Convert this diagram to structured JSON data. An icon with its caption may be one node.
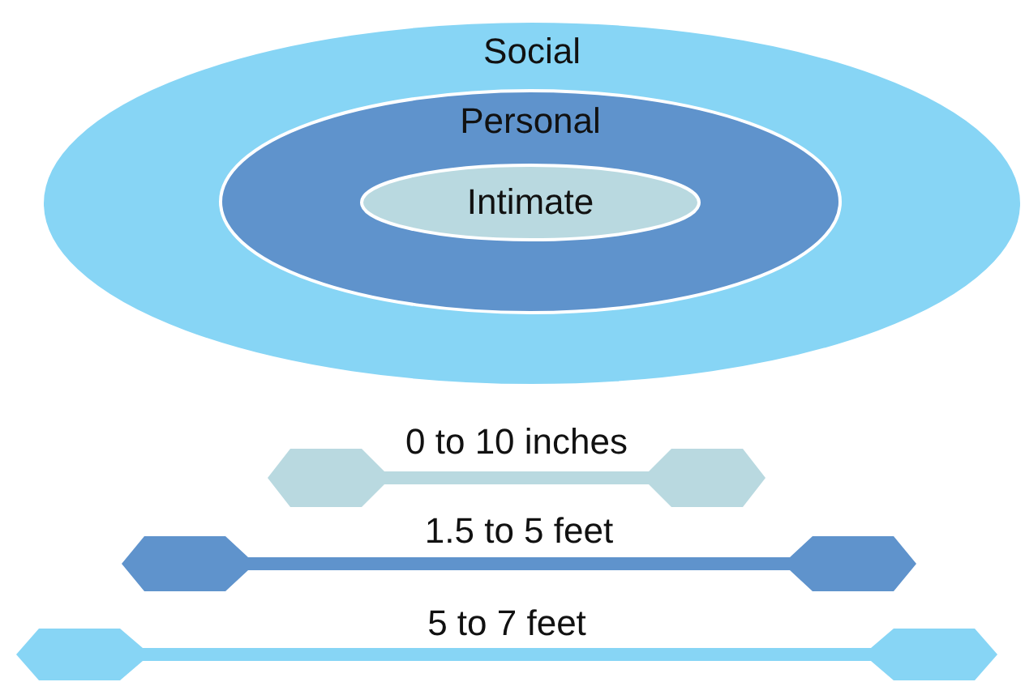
{
  "diagram": {
    "nodes": [
      {
        "text": [
          "Social"
        ]
      },
      {
        "text": [
          "Personal"
        ],
        "in": 0
      },
      {
        "text": [
          "Intimate"
        ],
        "in": 1
      }
    ],
    "edges": [],
    "legend": [
      {
        "text": "0 to 10 inches",
        "color": "#b9d9e0"
      },
      {
        "text": "1.5 to 5 feet",
        "color": "#5f93cc"
      },
      {
        "text": "5 to 7 feet",
        "color": "#87d5f5"
      }
    ]
  }
}
